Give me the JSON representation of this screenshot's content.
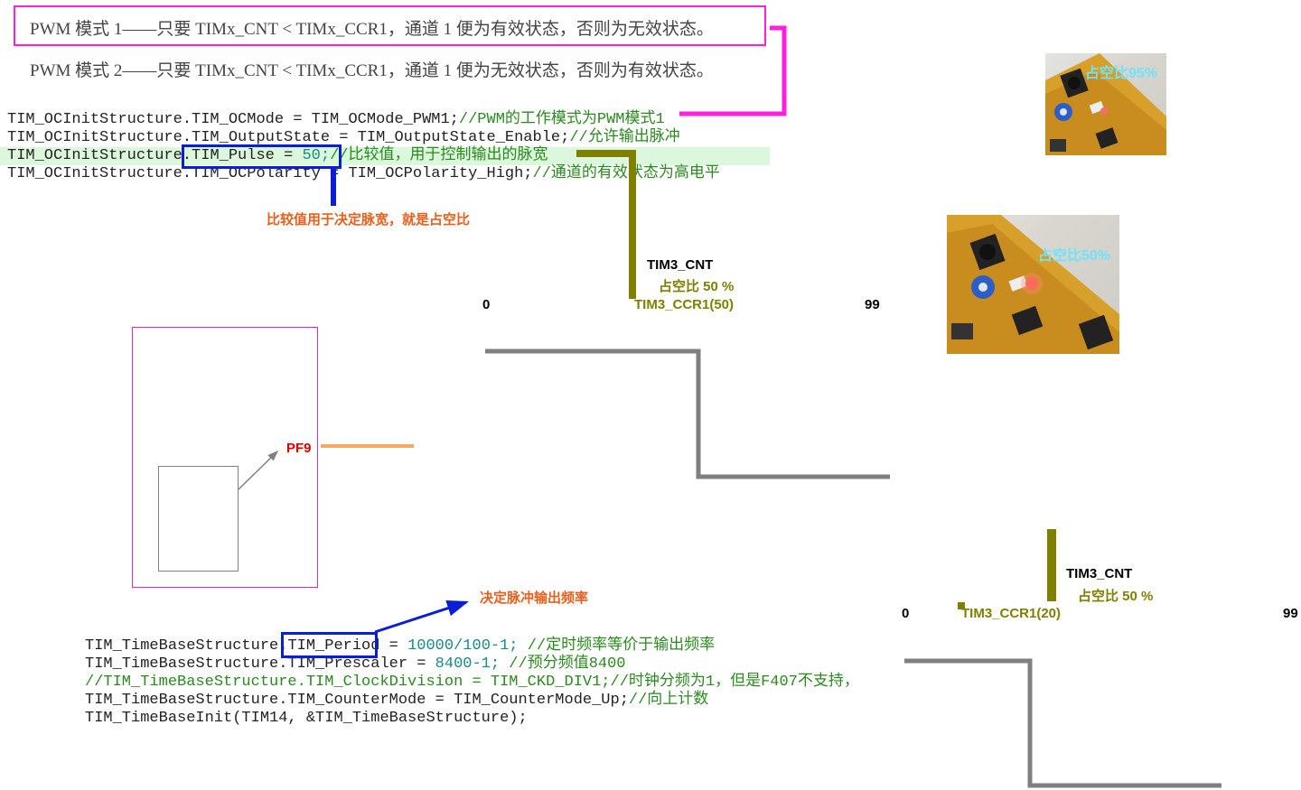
{
  "pwm_modes": {
    "mode1": "PWM 模式 1——只要 TIMx_CNT < TIMx_CCR1，通道 1 便为有效状态，否则为无效状态。",
    "mode2": "PWM 模式 2——只要 TIMx_CNT < TIMx_CCR1，通道 1 便为无效状态，否则为有效状态。"
  },
  "oc_init": {
    "line1_code": "TIM_OCInitStructure.TIM_OCMode = TIM_OCMode_PWM1;",
    "line1_comment": "//PWM的工作模式为PWM模式1",
    "line2_code": "TIM_OCInitStructure.TIM_OutputState = TIM_OutputState_Enable;",
    "line2_comment": "//允许输出脉冲",
    "line3_prefix": "TIM_OCInitStructure.",
    "line3_field": "TIM_Pulse",
    "line3_eq": " = ",
    "line3_value": "50;",
    "line3_comment": "//比较值，用于控制输出的脉宽",
    "line4_code": "TIM_OCInitStructure.TIM_OCPolarity = TIM_OCPolarity_High;",
    "line4_comment": "//通道的有效状态为高电平"
  },
  "annotations": {
    "pulse_note": "比较值用于决定脉宽，就是占空比",
    "period_note": "决定脉冲输出频率",
    "pin_label": "PF9"
  },
  "timing_top": {
    "cnt_label": "TIM3_CNT",
    "duty_label": "占空比 50 %",
    "ccr_label": "TIM3_CCR1(50)",
    "start": "0",
    "end": "99"
  },
  "timing_bottom": {
    "cnt_label": "TIM3_CNT",
    "duty_label": "占空比 50 %",
    "ccr_label": "TIM3_CCR1(20)",
    "start": "0",
    "end": "99"
  },
  "photos": {
    "photo1_label": "占空比95%",
    "photo2_label": "占空比50%"
  },
  "time_base": {
    "line1_prefix": "TIM_TimeBaseStructure.",
    "line1_field": "TIM_Period",
    "line1_eq": " = ",
    "line1_value": "10000/100-1;",
    "line1_comment": " //定时频率等价于输出频率",
    "line2_code": "TIM_TimeBaseStructure.TIM_Prescaler = ",
    "line2_value": "8400-1;",
    "line2_comment": " //预分频值8400",
    "line3_comment": "//TIM_TimeBaseStructure.TIM_ClockDivision = TIM_CKD_DIV1;//时钟分频为1，但是F407不支持，",
    "line4_code": "TIM_TimeBaseStructure.TIM_CounterMode = TIM_CounterMode_Up;",
    "line4_comment": "//向上计数",
    "line5_code": "TIM_TimeBaseInit(TIM14, &TIM_TimeBaseStructure);"
  },
  "colors": {
    "magenta": "#ff1fdc",
    "blue_box": "#0a1ed6",
    "olive": "#7f7f00",
    "orange_note": "#e8601c",
    "red_pin": "#e00000",
    "gray_wave": "#808080",
    "orange_line": "#f8a860",
    "highlight": "#dcf8dc"
  }
}
